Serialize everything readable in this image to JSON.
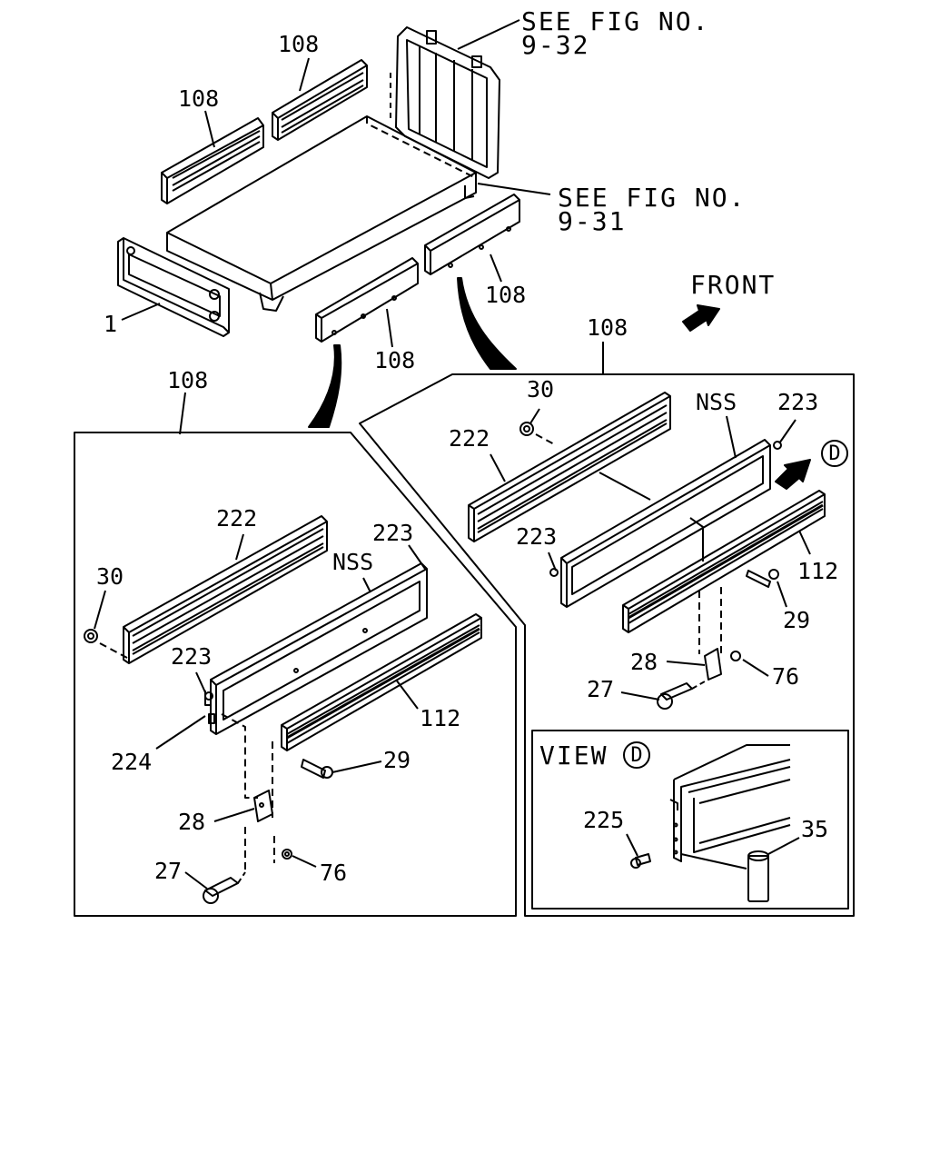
{
  "refs": {
    "see_fig_9_32": [
      "SEE FIG NO.",
      "9-32"
    ],
    "see_fig_9_31": [
      "SEE FIG NO.",
      "9-31"
    ]
  },
  "front": "FRONT",
  "view": "VIEW",
  "circle_letter": "D",
  "labels": {
    "top_108_a": "108",
    "top_108_b": "108",
    "tail_1": "1",
    "low_108_c": "108",
    "low_108_d": "108",
    "panel_left_108": "108",
    "panel_right_108": "108",
    "l_222": "222",
    "l_30": "30",
    "l_223_top": "223",
    "l_nss": "NSS",
    "l_223_mid": "223",
    "l_224": "224",
    "l_112": "112",
    "l_29": "29",
    "l_28": "28",
    "l_27": "27",
    "l_76": "76",
    "r_30": "30",
    "r_nss": "NSS",
    "r_223_top": "223",
    "r_222": "222",
    "r_223_mid": "223",
    "r_112": "112",
    "r_29": "29",
    "r_28": "28",
    "r_76": "76",
    "r_27": "27",
    "v_225": "225",
    "v_35": "35"
  }
}
